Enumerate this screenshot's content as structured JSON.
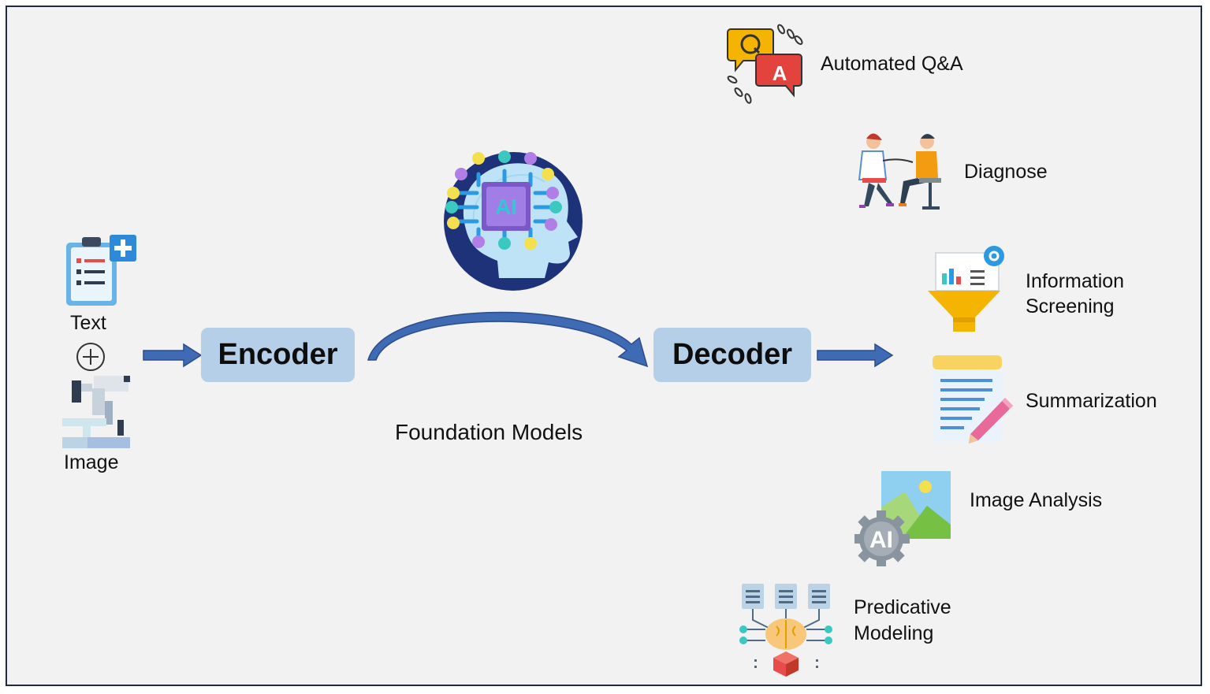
{
  "inputs": {
    "text_label": "Text",
    "image_label": "Image"
  },
  "model": {
    "encoder_label": "Encoder",
    "decoder_label": "Decoder",
    "caption": "Foundation Models",
    "brain_badge": "AI"
  },
  "outputs": [
    {
      "line1": "Automated Q&A",
      "line2": "",
      "icon": "qa-chat-icon",
      "badge_q": "Q",
      "badge_a": "A"
    },
    {
      "line1": "Diagnose",
      "line2": "",
      "icon": "doctor-patient-icon"
    },
    {
      "line1": "Information",
      "line2": "Screening",
      "icon": "funnel-chart-icon"
    },
    {
      "line1": "Summarization",
      "line2": "",
      "icon": "document-pencil-icon"
    },
    {
      "line1": "Image Analysis",
      "line2": "",
      "icon": "ai-image-icon",
      "badge": "AI"
    },
    {
      "line1": "Predicative",
      "line2": "Modeling",
      "icon": "brain-network-icon"
    }
  ],
  "colors": {
    "frame_border": "#1f2a44",
    "background": "#f2f2f2",
    "box_fill": "#b5cfe8",
    "arrow": "#3f6ab4",
    "arrow_dark": "#2c4c8c"
  }
}
